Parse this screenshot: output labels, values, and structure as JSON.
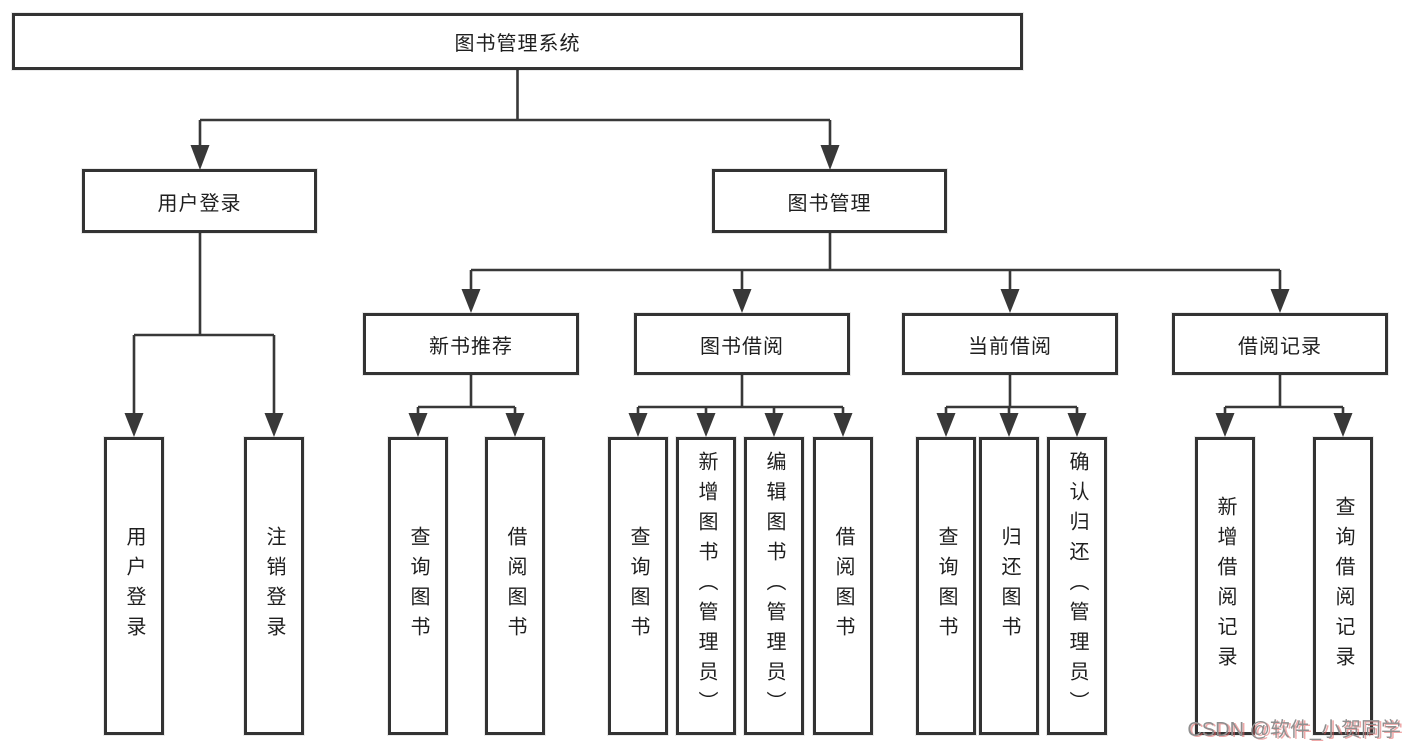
{
  "colors": {
    "background": "#ffffff",
    "line": "#383838",
    "box_border": "#333333",
    "text": "#1f1f1f",
    "watermark": "#8f8f8f"
  },
  "tree": {
    "label": "图书管理系统",
    "children": [
      {
        "label": "用户登录",
        "children": [
          {
            "label": "用户登录"
          },
          {
            "label": "注销登录"
          }
        ]
      },
      {
        "label": "图书管理",
        "children": [
          {
            "label": "新书推荐",
            "children": [
              {
                "label": "查询图书"
              },
              {
                "label": "借阅图书"
              }
            ]
          },
          {
            "label": "图书借阅",
            "children": [
              {
                "label": "查询图书"
              },
              {
                "label": "新增图书（管理员）"
              },
              {
                "label": "编辑图书（管理员）"
              },
              {
                "label": "借阅图书"
              }
            ]
          },
          {
            "label": "当前借阅",
            "children": [
              {
                "label": "查询图书"
              },
              {
                "label": "归还图书"
              },
              {
                "label": "确认归还（管理员）"
              }
            ]
          },
          {
            "label": "借阅记录",
            "children": [
              {
                "label": "新增借阅记录"
              },
              {
                "label": "查询借阅记录"
              }
            ]
          }
        ]
      }
    ]
  },
  "watermark": {
    "text": "CSDN @软件_小贺同学"
  }
}
